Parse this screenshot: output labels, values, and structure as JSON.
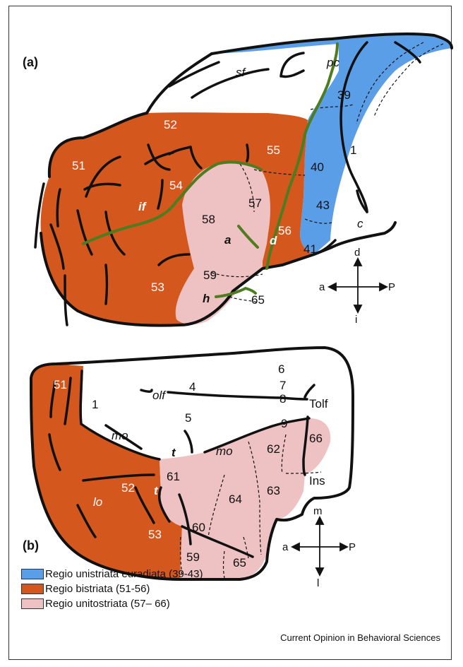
{
  "colors": {
    "euradiata": "#5b9ee8",
    "bistriata": "#d4581e",
    "unitostriata": "#eec1c3",
    "sulcus_green": "#4e7c1e",
    "outline": "#111111"
  },
  "panel_a": {
    "label": "(a)",
    "sulci": {
      "sf": "sf",
      "pc": "pc",
      "if": "if",
      "a": "a",
      "d": "d",
      "h": "h",
      "c": "c"
    },
    "areas": {
      "a51": "51",
      "a52": "52",
      "a53": "53",
      "a54": "54",
      "a55": "55",
      "a56": "56",
      "a57": "57",
      "a58": "58",
      "a59": "59",
      "a65": "65",
      "a39": "39",
      "a40": "40",
      "a41": "41",
      "a43": "43",
      "a1": "1"
    },
    "compass": {
      "up": "d",
      "down": "i",
      "left": "a",
      "right": "P"
    }
  },
  "panel_b": {
    "label": "(b)",
    "sulci": {
      "olf": "olf",
      "mo_left": "mo",
      "mo_right": "mo",
      "t_upper": "t",
      "t_lower": "t",
      "lo": "lo"
    },
    "areas": {
      "a51": "51",
      "a1": "1",
      "a4": "4",
      "a5": "5",
      "a6": "6",
      "a7": "7",
      "a8": "8",
      "a9": "9",
      "tolf": "Tolf",
      "ins": "Ins",
      "a52": "52",
      "a53": "53",
      "a59": "59",
      "a60": "60",
      "a61": "61",
      "a62": "62",
      "a63": "63",
      "a64": "64",
      "a65": "65",
      "a66": "66"
    },
    "compass": {
      "up": "m",
      "down": "l",
      "left": "a",
      "right": "P"
    }
  },
  "legend": [
    {
      "name": "euradiata",
      "label": "Regio unistriata euradiata (39-43)",
      "color": "#5b9ee8"
    },
    {
      "name": "bistriata",
      "label": "Regio bistriata (51-56)",
      "color": "#d4581e"
    },
    {
      "name": "unitostriata",
      "label": "Regio unitostriata (57– 66)",
      "color": "#eec1c3"
    }
  ],
  "credit": "Current Opinion in Behavioral Sciences"
}
